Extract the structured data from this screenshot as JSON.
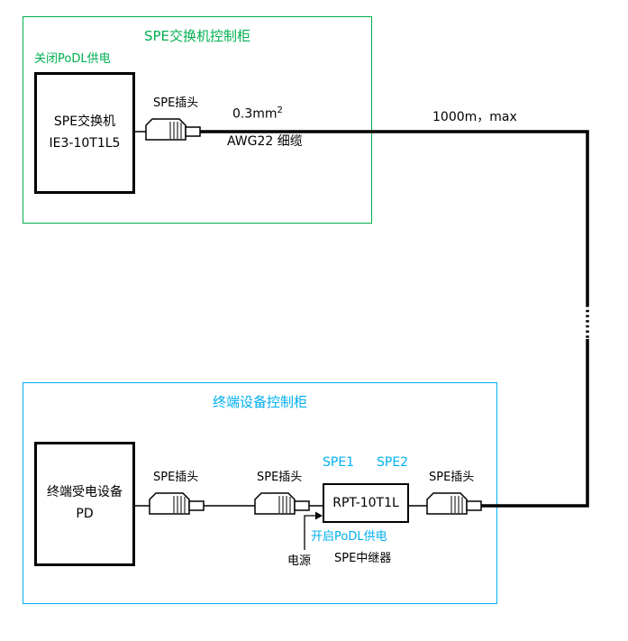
{
  "colors": {
    "green": "#00B050",
    "cyan": "#00B0F0",
    "cable": "#000000"
  },
  "top_cabinet": {
    "title": "SPE交换机控制柜",
    "podl_label": "关闭PoDL供电",
    "switch_line1": "SPE交换机",
    "switch_line2": "IE3-10T1L5",
    "plug_label": "SPE插头",
    "cable_base": "0.3mm",
    "cable_sup": "2",
    "cable_type": "AWG22 细缆",
    "length_label": "1000m，max"
  },
  "bottom_cabinet": {
    "title": "终端设备控制柜",
    "pd_line1": "终端受电设备",
    "pd_line2": "PD",
    "plug1_label": "SPE插头",
    "plug2_label": "SPE插头",
    "plug3_label": "SPE插头",
    "spe1_label": "SPE1",
    "spe2_label": "SPE2",
    "repeater_model": "RPT-10T1L",
    "podl_label": "开启PoDL供电",
    "power_label": "电源",
    "repeater_label": "SPE中继器"
  }
}
